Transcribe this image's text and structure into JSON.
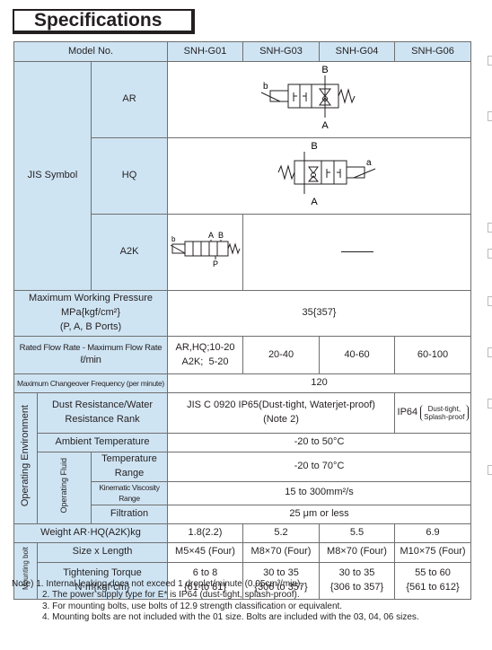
{
  "title": "Specifications",
  "header": {
    "model_no": "Model No.",
    "models": [
      "SNH-G01",
      "SNH-G03",
      "SNH-G04",
      "SNH-G06"
    ]
  },
  "jis": {
    "label": "JIS Symbol",
    "ar": "AR",
    "hq": "HQ",
    "a2k": "A2K",
    "sym_ar": {
      "b": "b",
      "B": "B",
      "A": "A"
    },
    "sym_hq": {
      "B": "B",
      "a": "a",
      "A": "A"
    },
    "sym_a2k": {
      "b": "b",
      "A": "A",
      "B": "B",
      "P": "P"
    }
  },
  "max_pressure": {
    "label_line1": "Maximum Working Pressure",
    "label_line2": "MPa{kgf/cm²}",
    "label_line3": "(P, A, B Ports)",
    "value": "35{357}"
  },
  "flow": {
    "label_line1": "Rated Flow Rate - Maximum Flow Rate",
    "label_line2": "ℓ/min",
    "g01_line1": "AR,HQ;10-20",
    "g01_line2": "A2K;  5-20",
    "g03": "20-40",
    "g04": "40-60",
    "g06": "60-100"
  },
  "changeover": {
    "label": "Maximum Changeover Frequency (per minute)",
    "value": "120"
  },
  "environment": {
    "group_label": "Operating Environment",
    "dust_label_line1": "Dust Resistance/Water",
    "dust_label_line2": "Resistance Rank",
    "dust_value_line1": "JIS C 0920 IP65(Dust-tight, Waterjet-proof)",
    "dust_value_line2": "(Note 2)",
    "dust_g06_main": "IP64",
    "dust_g06_sub1": "Dust-tight,",
    "dust_g06_sub2": "Splash-proof",
    "ambient_label": "Ambient Temperature",
    "ambient_value": "-20 to 50°C",
    "fluid_group_label": "Operating Fluid",
    "temp_label": "Temperature Range",
    "temp_value": "-20 to 70°C",
    "visc_label": "Kinematic Viscosity Range",
    "visc_value": "15 to 300mm²/s",
    "filt_label": "Filtration",
    "filt_value": "25 μm or less"
  },
  "weight": {
    "label": "Weight AR·HQ(A2K)kg",
    "values": [
      "1.8(2.2)",
      "5.2",
      "5.5",
      "6.9"
    ]
  },
  "mounting": {
    "group_label": "Mounting bolt",
    "size_label": "Size x Length",
    "sizes": [
      "M5×45 (Four)",
      "M8×70 (Four)",
      "M8×70 (Four)",
      "M10×75 (Four)"
    ],
    "torque_label_line1": "Tightening Torque",
    "torque_label_line2": "N·m{kgf·cm}",
    "torque_line1": [
      "6 to 8",
      "30 to 35",
      "30 to 35",
      "55 to 60"
    ],
    "torque_line2": [
      "{61 to 81}",
      "{306 to 357}",
      "{306 to 357}",
      "{561 to 612}"
    ]
  },
  "notes": {
    "n1": "Note)  1. Internal leaking does not exceed 1 droplet/minute (0.05cm³/min).",
    "n2": "2. The power supply type for E* is IP64 (dust-tight, splash-proof).",
    "n3": "3. For mounting bolts, use bolts of 12.9 strength classification or equivalent.",
    "n4": "4. Mounting bolts are not included with the 01 size. Bolts are included with the 03, 04, 06 sizes."
  }
}
